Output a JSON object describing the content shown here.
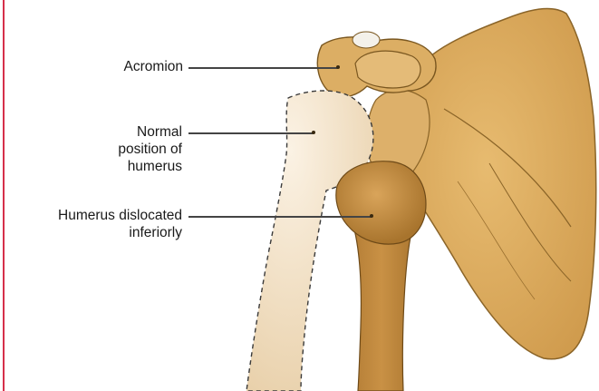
{
  "labels": {
    "acromion": "Acromion",
    "normal_position": "Normal\nposition of\nhumerus",
    "dislocated": "Humerus dislocated\ninferiorly"
  },
  "colors": {
    "border": "#d6304a",
    "bone": "#d9a95a",
    "bone_dark": "#b7853b",
    "humerus_dislocated": "#c08a3e",
    "ghost_humerus": "#efdcc0",
    "leader": "#444444"
  }
}
